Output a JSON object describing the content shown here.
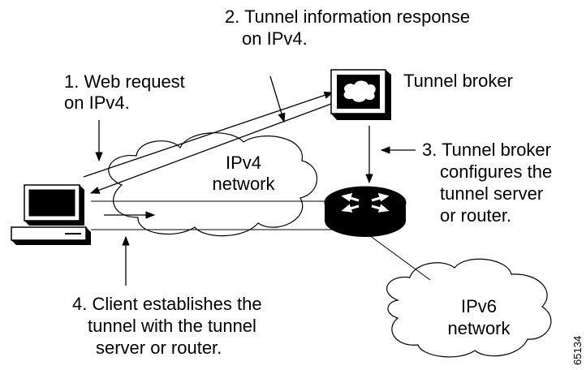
{
  "steps": {
    "step1": {
      "line1": "1. Web request",
      "line2": "on IPv4."
    },
    "step2": {
      "line1": "2. Tunnel information response",
      "line2": "on IPv4."
    },
    "step3": {
      "line1": "3. Tunnel broker",
      "line2": "configures the",
      "line3": "tunnel server",
      "line4": "or router."
    },
    "step4": {
      "line1": "4. Client establishes the",
      "line2": "tunnel with the tunnel",
      "line3": "server or router."
    }
  },
  "nodes": {
    "tunnel_broker": "Tunnel broker",
    "ipv4_cloud": {
      "line1": "IPv4",
      "line2": "network"
    },
    "ipv6_cloud": {
      "line1": "IPv6",
      "line2": "network"
    }
  },
  "figure_id": "65134",
  "icons": [
    "client-computer-icon",
    "tunnel-broker-terminal-icon",
    "router-icon",
    "ipv4-cloud-icon",
    "ipv6-cloud-icon"
  ]
}
